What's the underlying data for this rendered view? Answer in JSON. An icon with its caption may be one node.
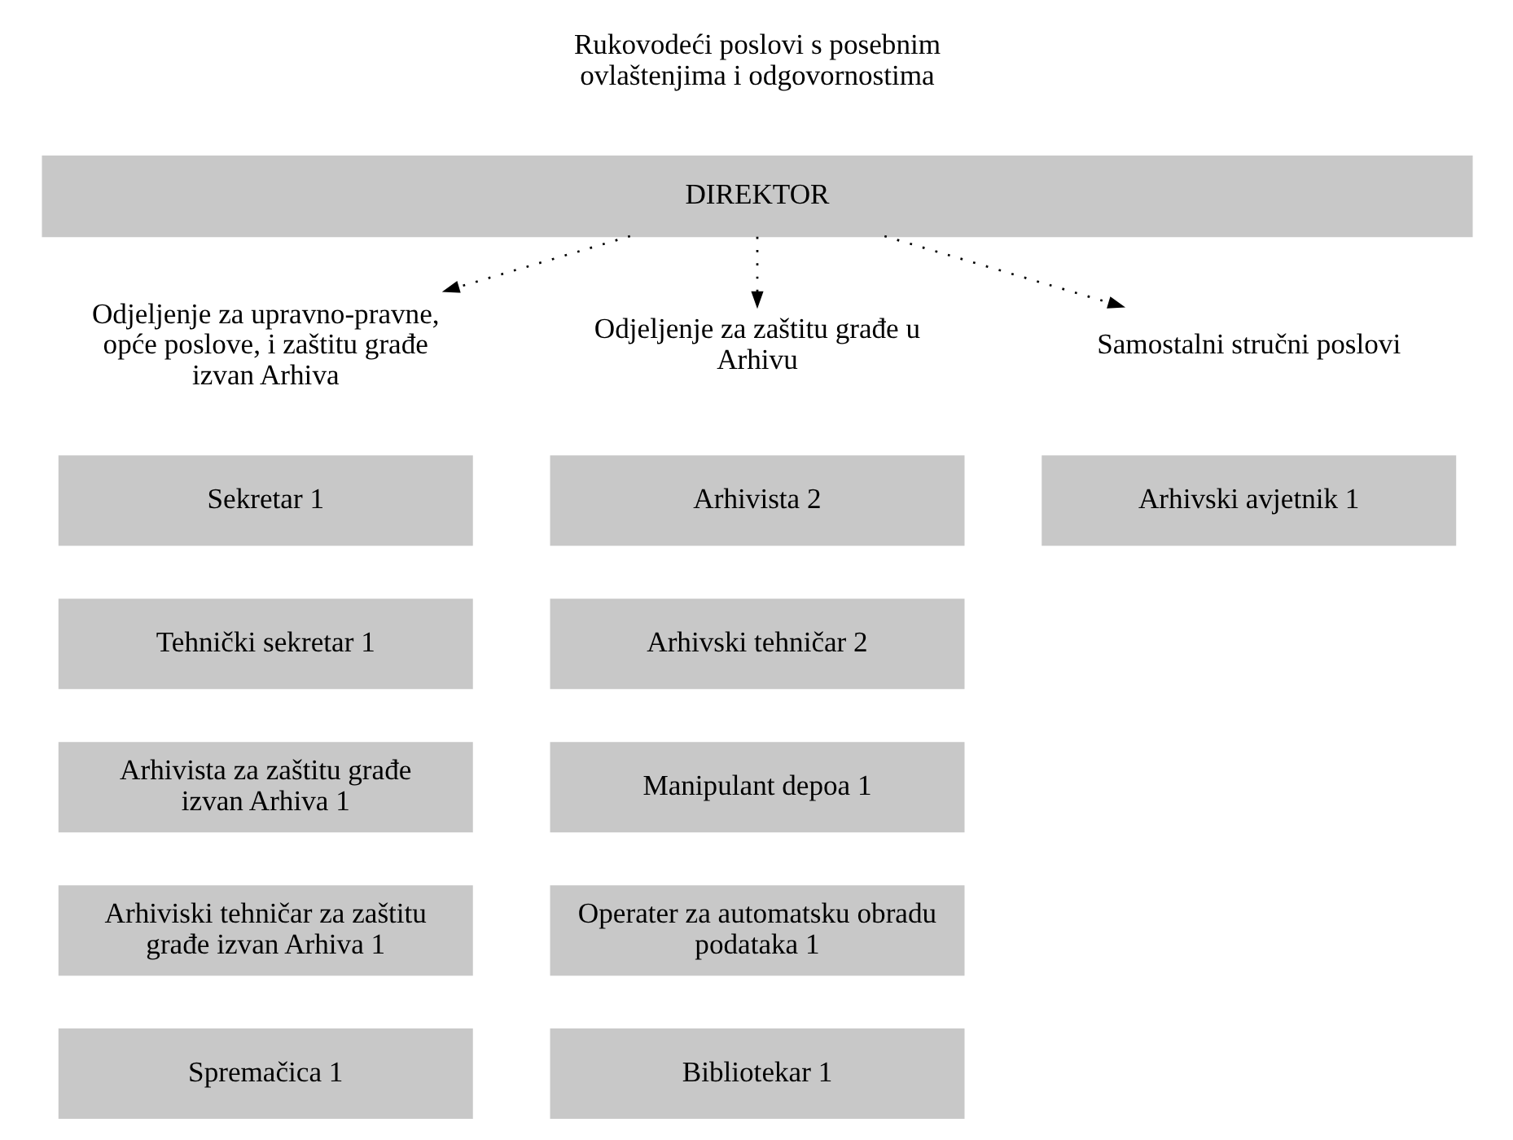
{
  "diagram": {
    "nodes": [
      {
        "text": [
          "DIREKTOR"
        ]
      },
      {
        "text": [
          "Odjeljenje za upravno-pravne, opće poslove, i zaštitu građe izvan Arhiva"
        ]
      },
      {
        "text": [
          "Odjeljenje za zaštitu građe u Arhivu"
        ]
      },
      {
        "text": [
          "Samostalni stručni poslovi"
        ]
      },
      {
        "text": [
          "Sekretar 1"
        ]
      },
      {
        "text": [
          "Arhivista 2"
        ]
      },
      {
        "text": [
          "Arhivski avjetnik 1"
        ]
      },
      {
        "text": [
          "Tehnički sekretar 1"
        ]
      },
      {
        "text": [
          "Arhivski tehničar 2"
        ]
      },
      {
        "text": [
          "Arhivista za zaštitu građe izvan Arhiva 1"
        ]
      },
      {
        "text": [
          "Manipulant depoa 1"
        ]
      },
      {
        "text": [
          "Arhiviski tehničar za zaštitu građe izvan Arhiva 1"
        ]
      },
      {
        "text": [
          "Operater za automatsku obradu podataka 1"
        ]
      },
      {
        "text": [
          "Spremačica 1"
        ]
      },
      {
        "text": [
          "Bibliotekar 1"
        ]
      }
    ],
    "edges": [
      {
        "from": 0,
        "to": 1,
        "arrow": "to",
        "style": "dashed"
      },
      {
        "from": 0,
        "to": 2,
        "arrow": "to",
        "style": "dashed"
      },
      {
        "from": 0,
        "to": 3,
        "arrow": "to",
        "style": "dashed"
      }
    ],
    "labels": [
      "Rukovodeći poslovi s posebnim ovlaštenjima i odgovornostima"
    ]
  }
}
